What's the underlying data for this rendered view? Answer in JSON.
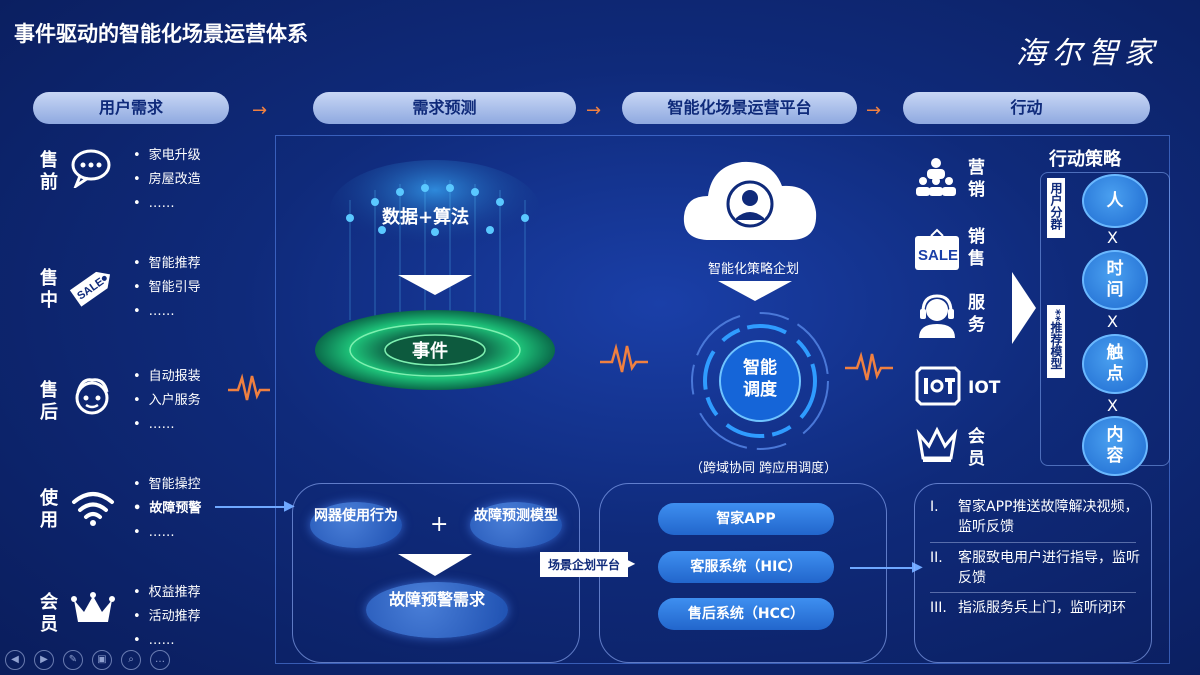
{
  "title": "事件驱动的智能化场景运营体系",
  "logo": "海尔智家",
  "headers": [
    "用户需求",
    "需求预测",
    "智能化场景运营平台",
    "行动"
  ],
  "left_groups": [
    {
      "cat": "售前",
      "items": [
        "家电升级",
        "房屋改造",
        "……"
      ],
      "icon": "chat-bubbles-icon"
    },
    {
      "cat": "售中",
      "items": [
        "智能推荐",
        "智能引导",
        "……"
      ],
      "icon": "sale-tag-icon"
    },
    {
      "cat": "售后",
      "items": [
        "自动报装",
        "入户服务",
        "……"
      ],
      "icon": "user-face-icon"
    },
    {
      "cat": "使用",
      "items": [
        "智能操控",
        "故障预警",
        "……"
      ],
      "icon": "wifi-icon"
    },
    {
      "cat": "会员",
      "items": [
        "权益推荐",
        "活动推荐",
        "……"
      ],
      "icon": "crown-icon"
    }
  ],
  "prediction": {
    "data_algo": "数据+算法",
    "event": "事件",
    "network_behavior": "网器使用行为",
    "plus": "+",
    "fault_model": "故障预测模型",
    "fault_demand": "故障预警需求"
  },
  "platform": {
    "cloud_label": "智能化策略企划",
    "dispatch": "智能调度",
    "dispatch_sub": "（跨域协同 跨应用调度）",
    "scene_platform": "场景企划平台",
    "systems": [
      "智家APP",
      "客服系统（HIC）",
      "售后系统（HCC）"
    ]
  },
  "actions": {
    "channels": [
      "营销",
      "销售",
      "服务",
      "IOT",
      "会员"
    ],
    "strategy_title": "行动策略",
    "user_group": "用户分群",
    "recommend_model": "**推荐模型",
    "strategy_items": [
      "人",
      "时间",
      "触点",
      "内容"
    ],
    "x": "X",
    "steps": [
      {
        "num": "I.",
        "text": "智家APP推送故障解决视频，监听反馈"
      },
      {
        "num": "II.",
        "text": "客服致电用户进行指导，监听反馈"
      },
      {
        "num": "III.",
        "text": "指派服务兵上门，监听闭环"
      }
    ]
  },
  "nav": [
    "◀",
    "▶",
    "✎",
    "▣",
    "⌕",
    "…"
  ],
  "colors": {
    "accent_orange": "#f08040",
    "pill_light": "#c8d7f5",
    "bg_dark": "#0a1d5c"
  }
}
